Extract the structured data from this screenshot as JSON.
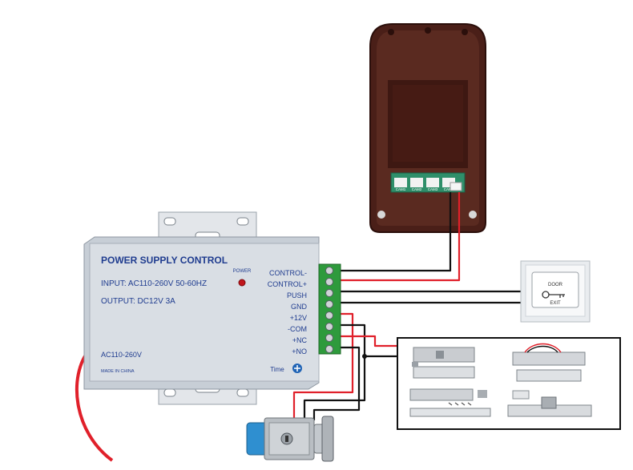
{
  "psu": {
    "title": "POWER SUPPLY CONTROL",
    "input": "INPUT: AC110-260V 50-60HZ",
    "output": "OUTPUT:  DC12V  3A",
    "power_label": "POWER",
    "ac_label": "AC110-260V",
    "made_in": "MADE IN CHINA",
    "time_label": "Time"
  },
  "terminals": [
    "CONTROL-",
    "CONTROL+",
    "PUSH",
    "GND",
    "+12V",
    "-COM",
    "+NC",
    "+NO"
  ],
  "exit_button": {
    "top": "DOOR",
    "bottom": "EXIT"
  },
  "camera": {
    "labels": [
      "CAM1",
      "CAM2",
      "CAM3",
      "CAM4"
    ]
  },
  "colors": {
    "wire_red": "#e0202a",
    "wire_black": "#111111",
    "terminal_green": "#2e9a3c",
    "psu_body": "#d9dee4",
    "title_blue": "#1f3c8f",
    "panel_brown": "#5a2a20"
  }
}
